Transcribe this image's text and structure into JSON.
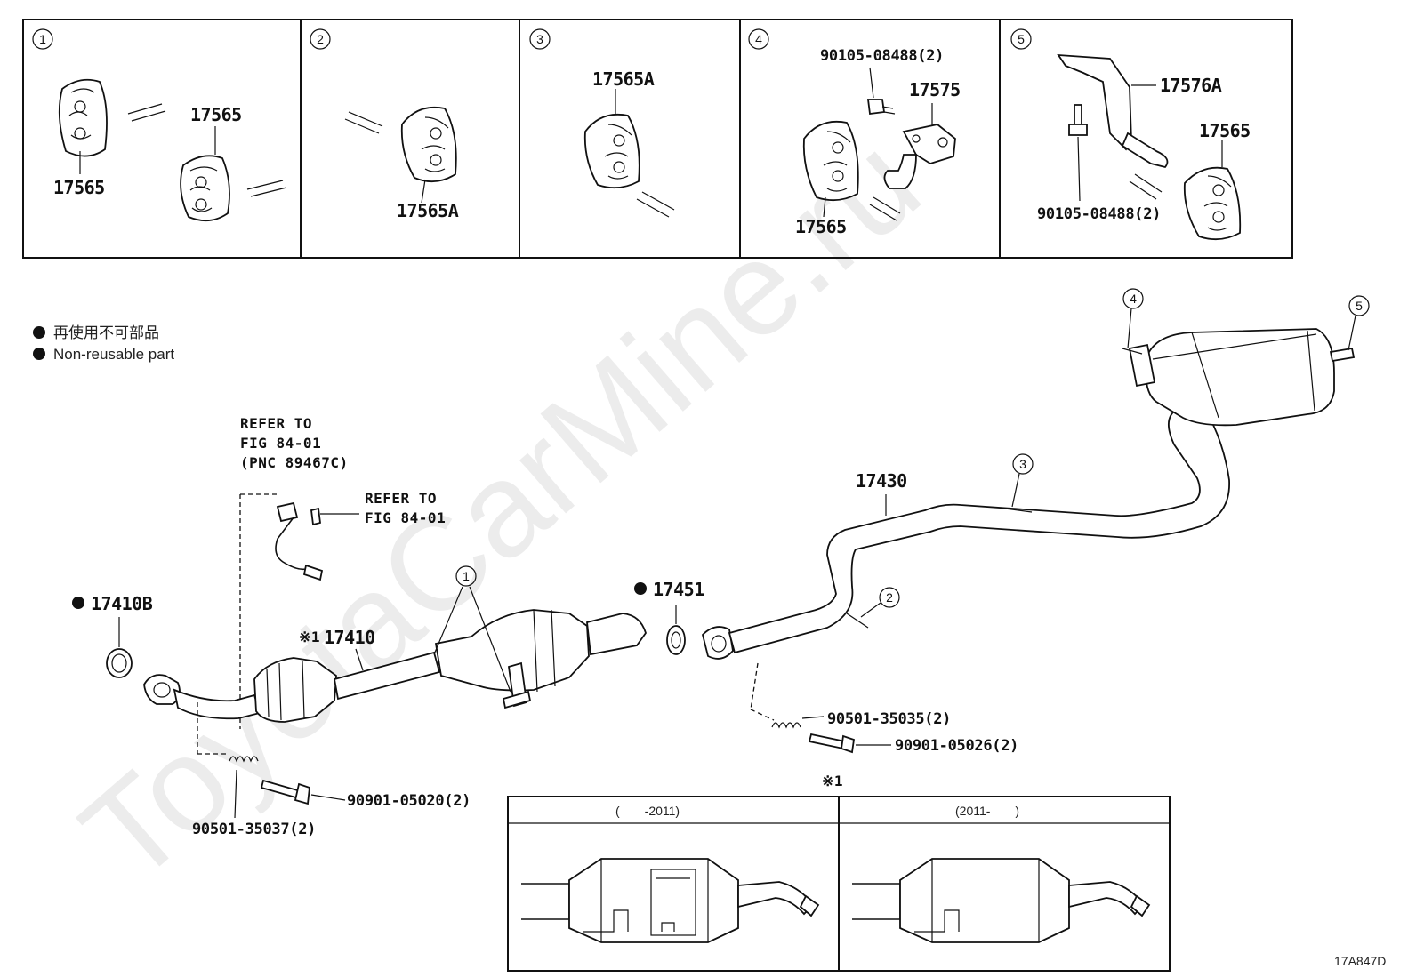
{
  "diagram_code": "17A847D",
  "legend": {
    "jp": "再使用不可部品",
    "en": "Non-reusable part"
  },
  "watermark": "ToyotaCarMine.ru",
  "panels": [
    {
      "num": "1",
      "labels": [
        "17565",
        "17565"
      ]
    },
    {
      "num": "2",
      "labels": [
        "17565A"
      ]
    },
    {
      "num": "3",
      "labels": [
        "17565A"
      ]
    },
    {
      "num": "4",
      "labels": [
        "90105-08488(2)",
        "17575",
        "17565"
      ]
    },
    {
      "num": "5",
      "labels": [
        "17576A",
        "17565",
        "90105-08488(2)"
      ]
    }
  ],
  "main_labels": {
    "refer1_l1": "REFER TO",
    "refer1_l2": "FIG 84-01",
    "refer1_l3": "(PNC 89467C)",
    "refer2_l1": "REFER TO",
    "refer2_l2": "FIG 84-01",
    "p17410B": "17410B",
    "p17410_mark": "※1",
    "p17410": "17410",
    "p17451": "17451",
    "p17430": "17430",
    "b90501_35037": "90501-35037(2)",
    "b90901_05020": "90901-05020(2)",
    "b90501_35035": "90501-35035(2)",
    "b90901_05026": "90901-05026(2)"
  },
  "callouts": [
    "1",
    "2",
    "3",
    "4",
    "5"
  ],
  "inset": {
    "mark": "※1",
    "left_header": "(　　-2011)",
    "right_header": "(2011-　　)"
  }
}
